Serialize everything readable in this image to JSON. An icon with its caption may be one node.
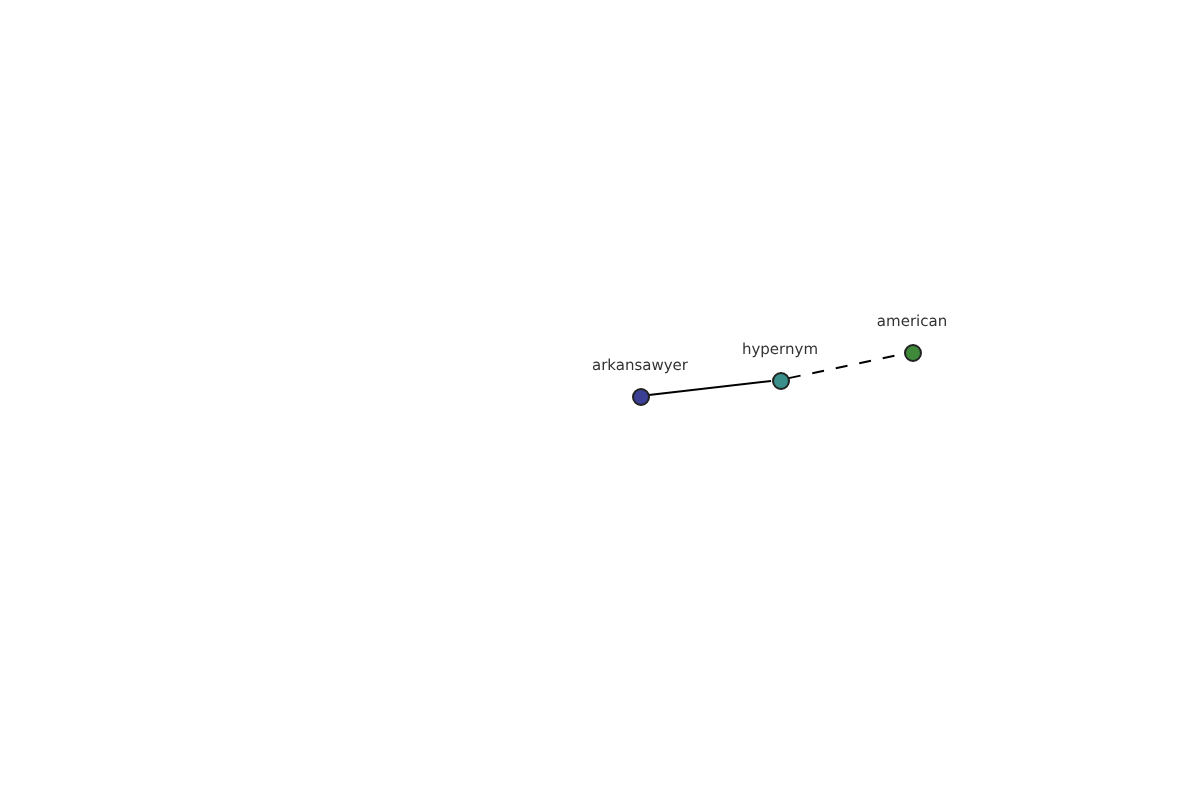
{
  "diagram": {
    "nodes": [
      {
        "text": [
          "arkansawyer"
        ]
      },
      {
        "text": [
          "hypernym"
        ]
      },
      {
        "text": [
          "american"
        ]
      }
    ],
    "edges": [
      {
        "from": 0,
        "to": 1,
        "arrow": "none"
      },
      {
        "from": 1,
        "to": 2,
        "arrow": "none",
        "style": "dashed"
      }
    ]
  }
}
